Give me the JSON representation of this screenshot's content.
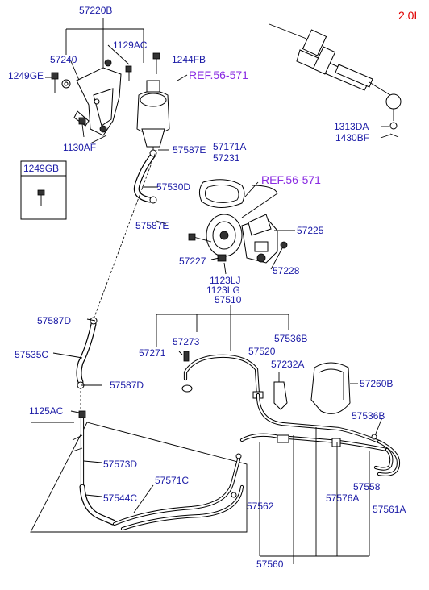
{
  "diagram": {
    "engine_label": "2.0L",
    "references": [
      {
        "id": "ref-top",
        "text": "REF.56-571"
      },
      {
        "id": "ref-mid",
        "text": "REF.56-571"
      }
    ],
    "inset_box_label": "1249GB",
    "part_labels": [
      {
        "id": "p57220B",
        "text": "57220B"
      },
      {
        "id": "p1129AC",
        "text": "1129AC"
      },
      {
        "id": "p57240",
        "text": "57240"
      },
      {
        "id": "p1249GE",
        "text": "1249GE"
      },
      {
        "id": "p1244FB",
        "text": "1244FB"
      },
      {
        "id": "p1130AF",
        "text": "1130AF"
      },
      {
        "id": "p57587E_a",
        "text": "57587E"
      },
      {
        "id": "p57171A",
        "text": "57171A"
      },
      {
        "id": "p57231",
        "text": "57231"
      },
      {
        "id": "p57530D",
        "text": "57530D"
      },
      {
        "id": "p57587E_b",
        "text": "57587E"
      },
      {
        "id": "p57225",
        "text": "57225"
      },
      {
        "id": "p57227",
        "text": "57227"
      },
      {
        "id": "p57228",
        "text": "57228"
      },
      {
        "id": "p1123LJ",
        "text": "1123LJ"
      },
      {
        "id": "p1123LG",
        "text": "1123LG"
      },
      {
        "id": "p57510",
        "text": "57510"
      },
      {
        "id": "p57587D_a",
        "text": "57587D"
      },
      {
        "id": "p57535C",
        "text": "57535C"
      },
      {
        "id": "p57271",
        "text": "57271"
      },
      {
        "id": "p57273",
        "text": "57273"
      },
      {
        "id": "p57536B_a",
        "text": "57536B"
      },
      {
        "id": "p57520",
        "text": "57520"
      },
      {
        "id": "p57232A",
        "text": "57232A"
      },
      {
        "id": "p57260B",
        "text": "57260B"
      },
      {
        "id": "p57587D_b",
        "text": "57587D"
      },
      {
        "id": "p1125AC",
        "text": "1125AC"
      },
      {
        "id": "p57536B_b",
        "text": "57536B"
      },
      {
        "id": "p57573D",
        "text": "57573D"
      },
      {
        "id": "p57571C",
        "text": "57571C"
      },
      {
        "id": "p57544C",
        "text": "57544C"
      },
      {
        "id": "p57562",
        "text": "57562"
      },
      {
        "id": "p57576A",
        "text": "57576A"
      },
      {
        "id": "p57558",
        "text": "57558"
      },
      {
        "id": "p57561A",
        "text": "57561A"
      },
      {
        "id": "p57560",
        "text": "57560"
      },
      {
        "id": "p1313DA",
        "text": "1313DA"
      },
      {
        "id": "p1430BF",
        "text": "1430BF"
      }
    ]
  }
}
